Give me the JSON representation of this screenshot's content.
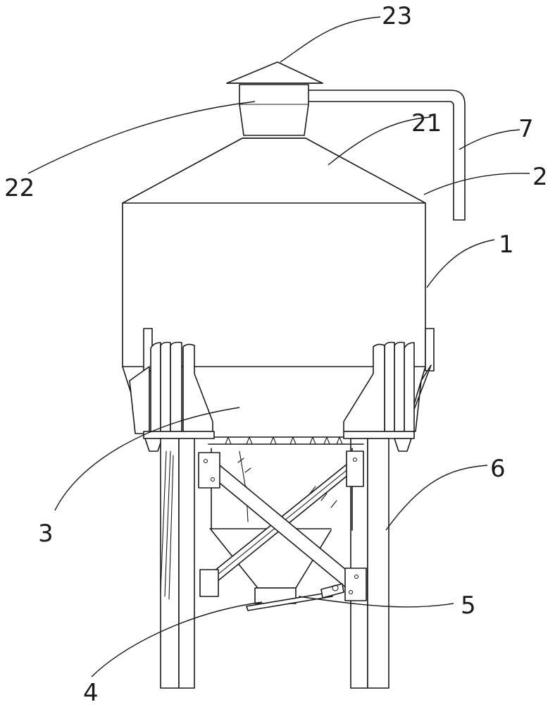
{
  "labels": {
    "l23": "23",
    "l22": "22",
    "l21": "21",
    "l7": "7",
    "l2": "2",
    "l1": "1",
    "l6": "6",
    "l3": "3",
    "l5": "5",
    "l4": "4"
  }
}
